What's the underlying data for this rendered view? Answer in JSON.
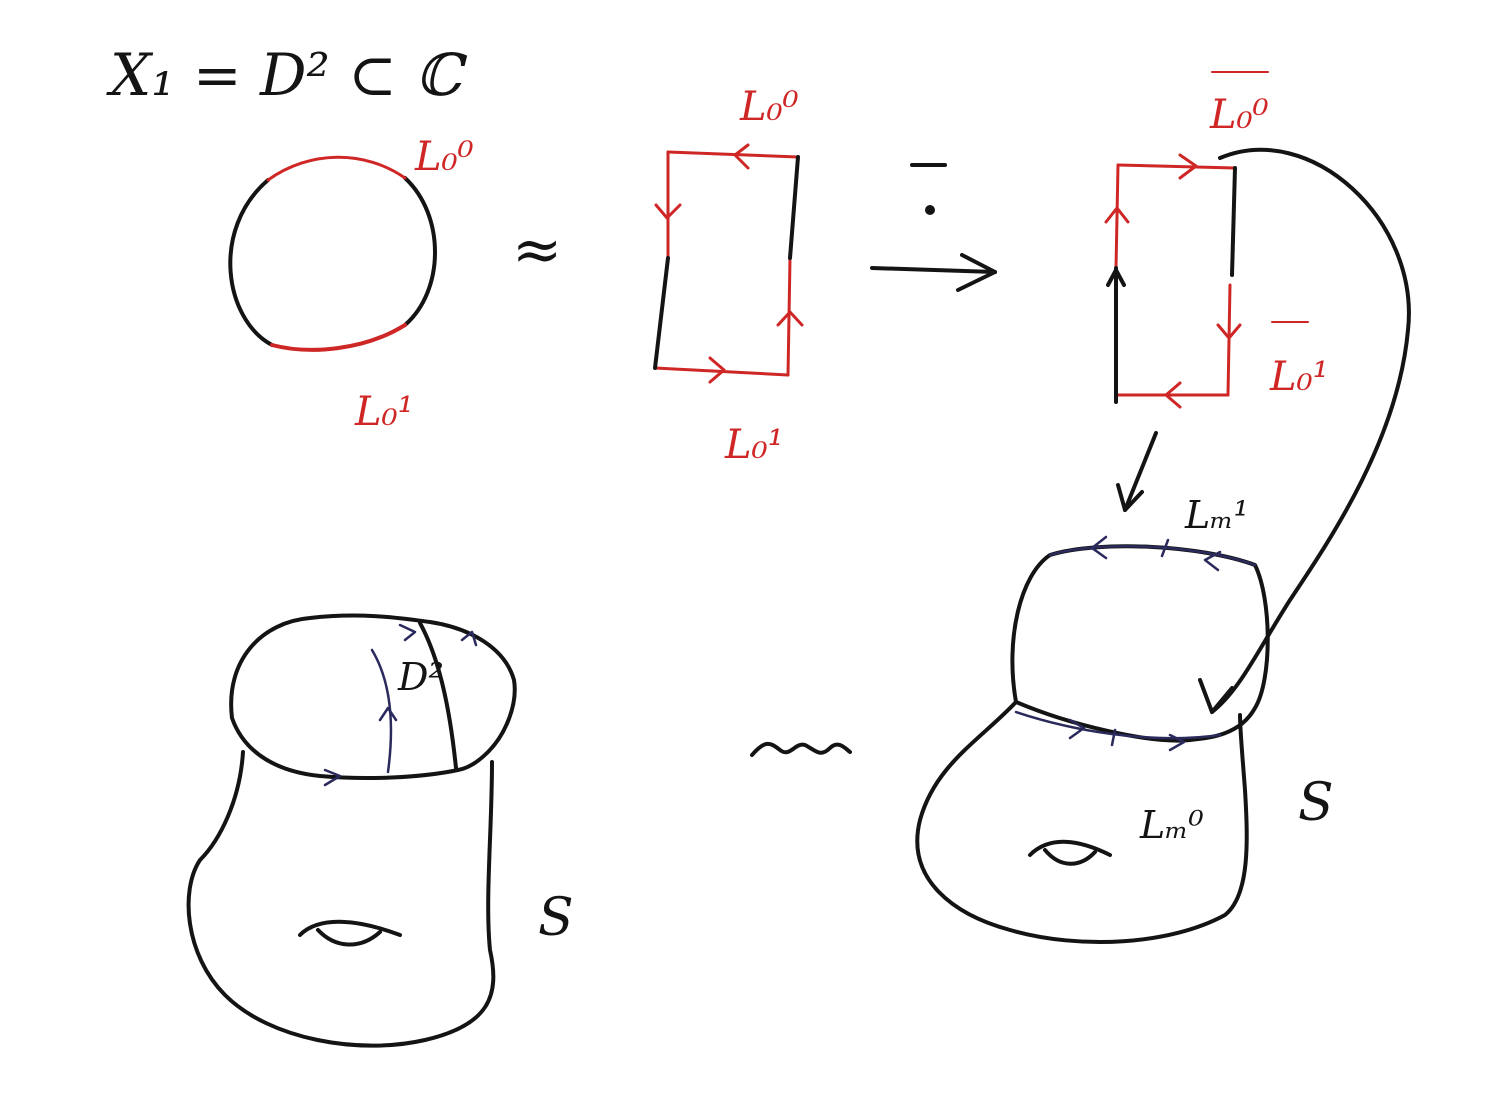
{
  "colors": {
    "ink": "#141414",
    "red": "#cf2626",
    "blue": "#2a2a5c"
  },
  "title": "X₁ = D² ⊂ ℂ",
  "labels": {
    "circle_top": "L₀⁰",
    "circle_bottom": "L₀¹",
    "approx_symbol": "≈",
    "rect1_top": "L₀⁰",
    "rect1_bottom": "L₀¹",
    "map_symbol": "−·",
    "rect2_top": "L₀⁰",
    "rect2_right": "L₀¹",
    "surface_disk": "D²",
    "surface_left_name": "S",
    "squiggle": "∿",
    "surface_right_top": "Lₘ¹",
    "surface_right_bottom": "Lₘ⁰",
    "surface_right_name": "S"
  }
}
